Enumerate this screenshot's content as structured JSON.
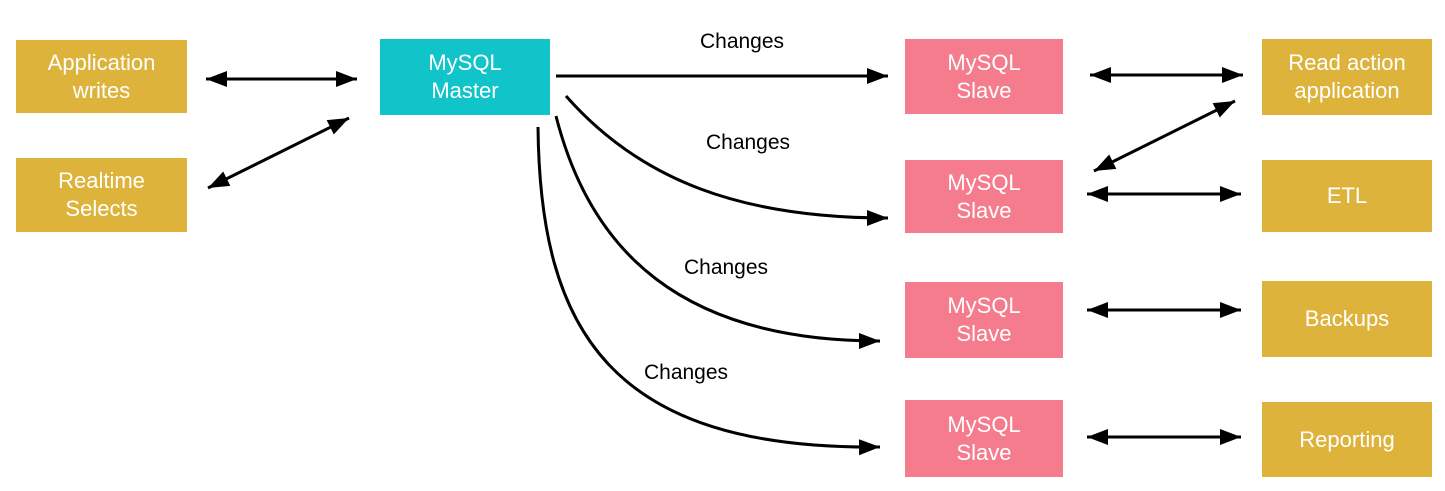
{
  "diagram": {
    "nodes": {
      "application_writes": {
        "label": "Application\nwrites"
      },
      "realtime_selects": {
        "label": "Realtime\nSelects"
      },
      "master": {
        "label": "MySQL\nMaster"
      },
      "slaves": [
        {
          "label": "MySQL\nSlave"
        },
        {
          "label": "MySQL\nSlave"
        },
        {
          "label": "MySQL\nSlave"
        },
        {
          "label": "MySQL\nSlave"
        }
      ],
      "consumers": [
        {
          "label": "Read action\napplication"
        },
        {
          "label": "ETL"
        },
        {
          "label": "Backups"
        },
        {
          "label": "Reporting"
        }
      ]
    },
    "edge_labels": [
      "Changes",
      "Changes",
      "Changes",
      "Changes"
    ],
    "colors": {
      "producer_consumer": "#DEB33C",
      "master": "#10C4C9",
      "slave": "#F47C8D",
      "arrow": "#000000",
      "node_text": "#FFFFFF",
      "label_text": "#000000",
      "background": "#FFFFFF"
    }
  }
}
